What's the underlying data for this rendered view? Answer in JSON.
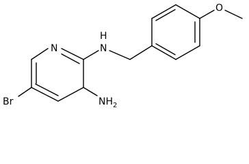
{
  "molecule": {
    "atoms": {
      "ring_n": "N",
      "amine_nh": "N",
      "amine_h": "H",
      "bromine": "Br",
      "amino_nh2": "NH",
      "amino_sub2": "2",
      "methoxy_o": "O"
    }
  },
  "colors": {
    "bond": "#000000",
    "text": "#000000",
    "background": "#ffffff"
  }
}
